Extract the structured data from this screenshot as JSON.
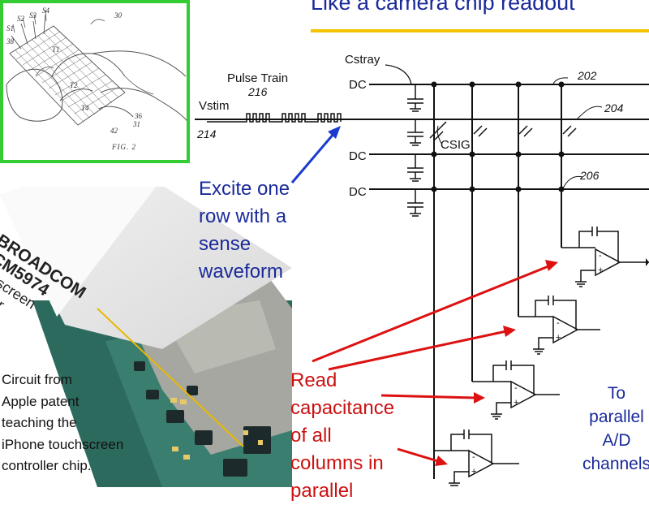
{
  "slide": {
    "title": "Like a camera chip readout",
    "title_color": "#1a2a9a",
    "accent_color": "#f5c400"
  },
  "patent_figure": {
    "fig_label": "FIG. 2",
    "labels": {
      "s1": "S1",
      "s2": "S2",
      "s3": "S3",
      "s4": "S4",
      "n30": "30",
      "n38": "38",
      "t1": "T1",
      "t2": "T2",
      "t4": "T4",
      "n36": "36",
      "n31": "31",
      "n42": "42"
    },
    "border_color": "#33cc33"
  },
  "chip_photo": {
    "chip_text": [
      "BROADCOM",
      "BCM5974",
      "Touchscreen",
      "Controller"
    ]
  },
  "circuit": {
    "pulse_train_label": "Pulse Train",
    "pulse_train_num": "216",
    "vstim_label": "Vstim",
    "vstim_num": "214",
    "cstray_label": "Cstray",
    "csig_label": "CSIG",
    "dc_labels": [
      "DC",
      "DC",
      "DC"
    ],
    "ref_202": "202",
    "ref_204": "204",
    "ref_206": "206"
  },
  "annotations": {
    "excite": [
      "Excite one",
      "row with a",
      "sense",
      "waveform"
    ],
    "read": [
      "Read",
      "capacitance",
      "of all",
      "columns in",
      "parallel"
    ],
    "to_parallel": [
      "To",
      "parallel",
      "A/D",
      "channels"
    ],
    "patent_note": [
      "Circuit from",
      "Apple patent",
      "teaching the",
      "iPhone touchscreen",
      "controller chip."
    ],
    "excite_color": "#1a2a9a",
    "read_color": "#cc1111"
  }
}
